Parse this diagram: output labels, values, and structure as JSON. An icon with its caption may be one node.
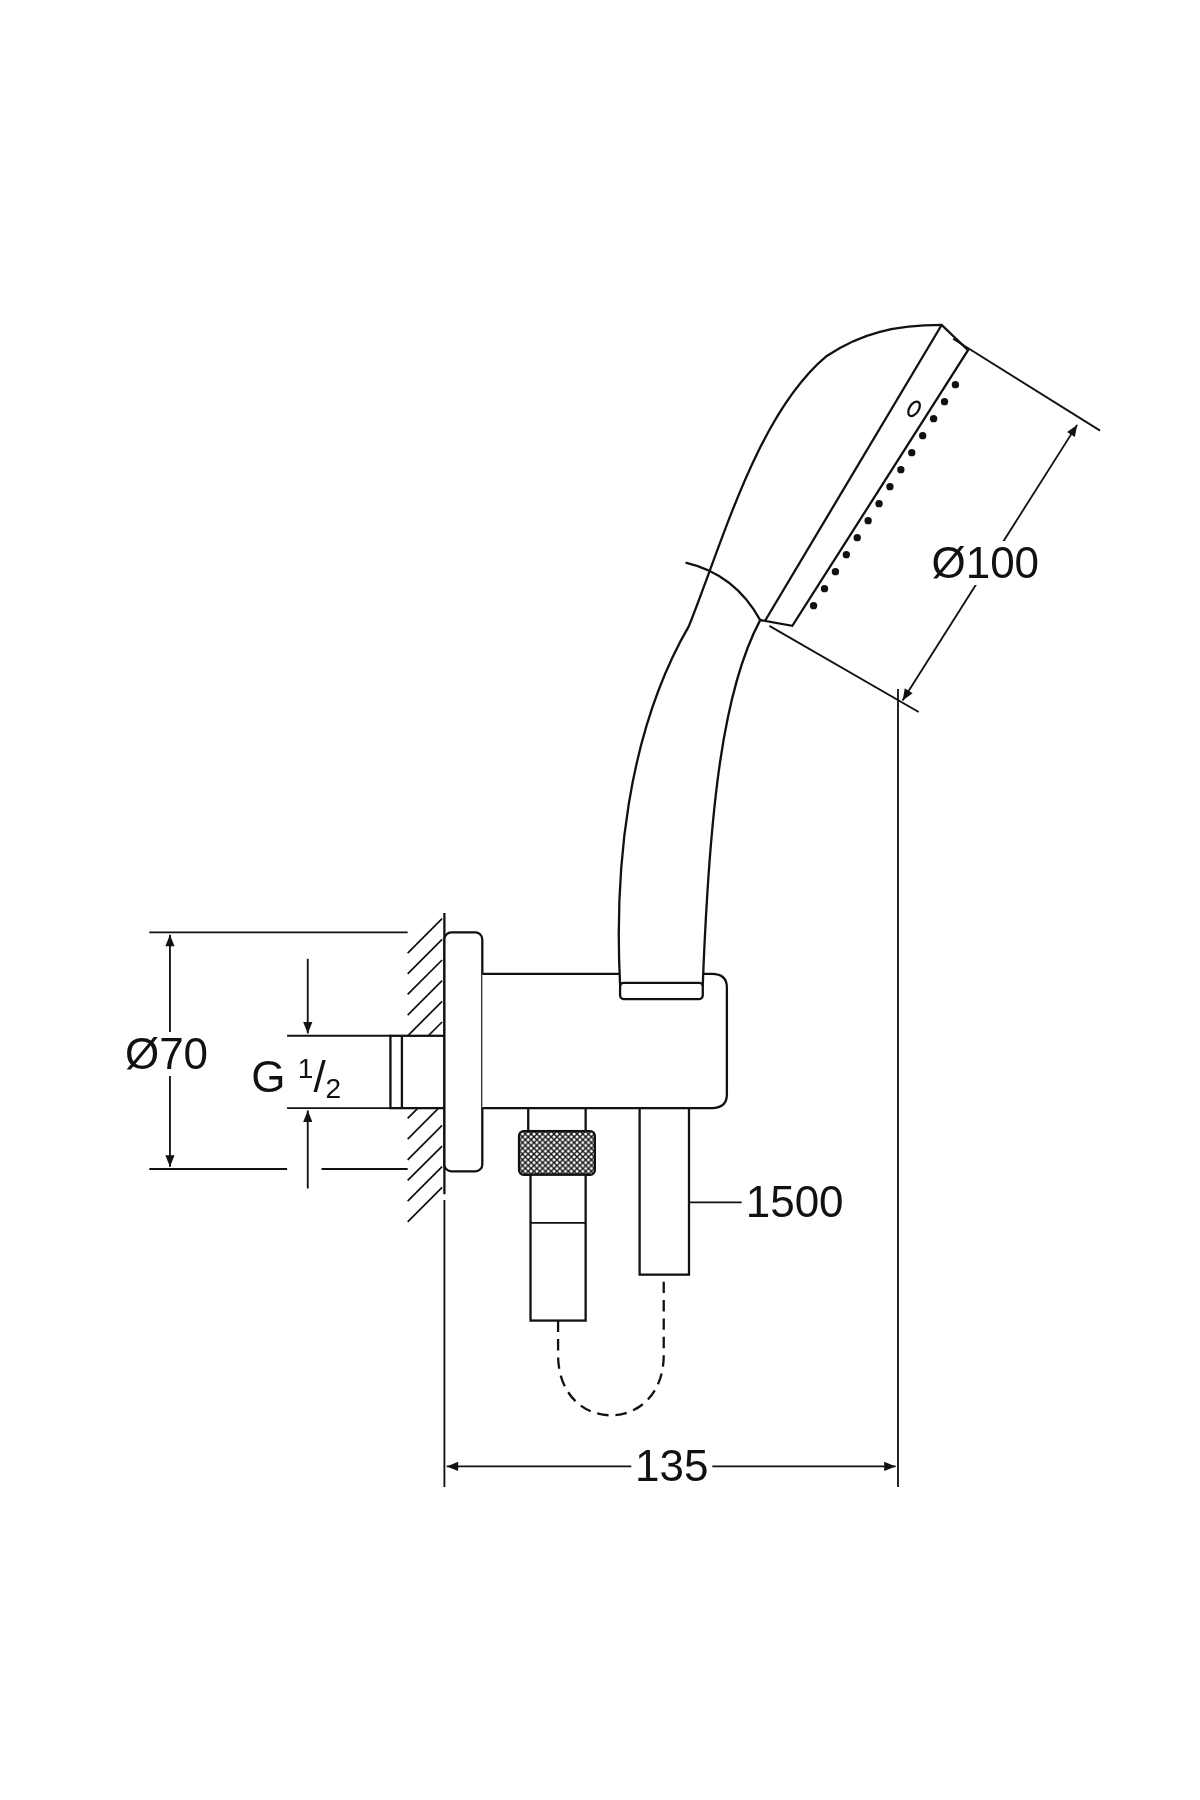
{
  "diagram": {
    "nodes": [
      {
        "text": [
          "1500"
        ]
      },
      {
        "text": [],
        "shape": "picture"
      }
    ],
    "edges": [
      {
        "from": 0,
        "to": 1,
        "arrow": "none"
      }
    ],
    "labels": [
      "Ø100",
      "Ø70",
      "G $^{1}$/$_{2}$",
      "135"
    ]
  }
}
